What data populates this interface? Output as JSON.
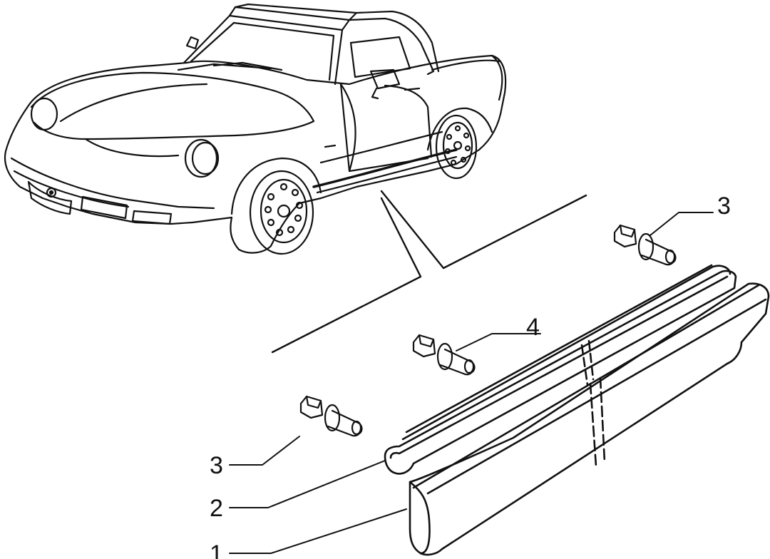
{
  "figure": {
    "callouts": [
      {
        "number": "1"
      },
      {
        "number": "2"
      },
      {
        "number": "3"
      },
      {
        "number": "3"
      },
      {
        "number": "4"
      }
    ],
    "colors": {
      "ink": "#111111",
      "background": "#ffffff"
    }
  }
}
